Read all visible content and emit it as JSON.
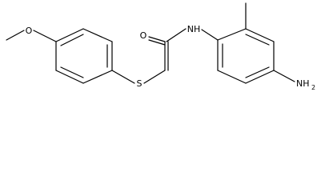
{
  "molecule": {
    "atoms": {
      "methoxy_o": "O",
      "thioether_s": "S",
      "carbonyl_o": "O",
      "amide_n": "NH",
      "amino_n": "NH",
      "amino_subscript": "2"
    }
  }
}
